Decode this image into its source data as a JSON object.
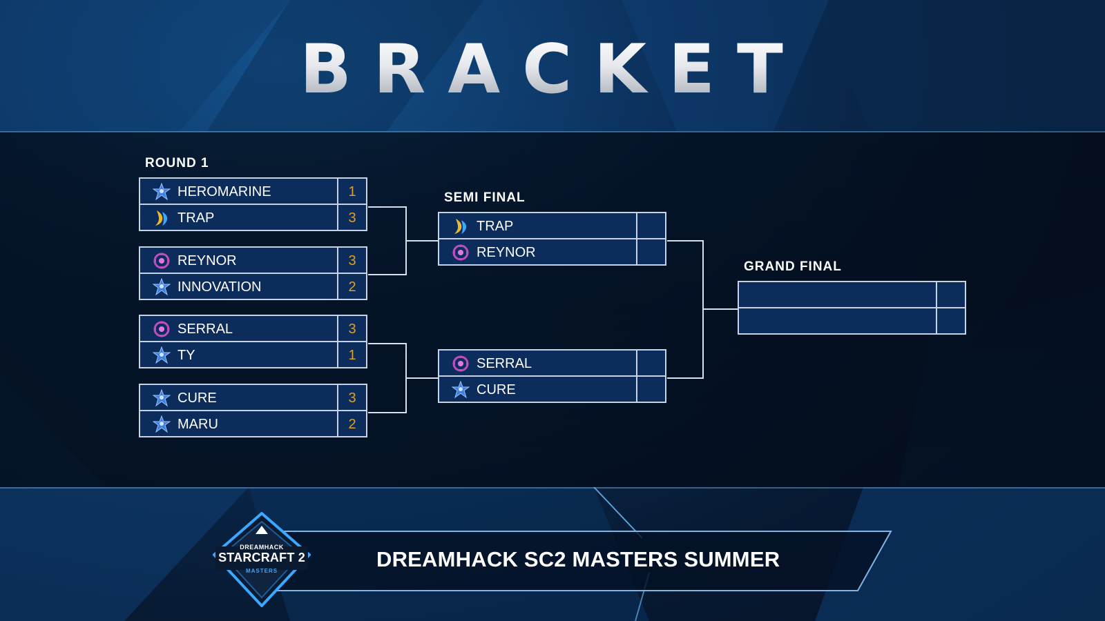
{
  "title": "BRACKET",
  "rounds": {
    "round1": {
      "label": "ROUND 1",
      "matches": [
        {
          "players": [
            {
              "name": "HEROMARINE",
              "race": "terran",
              "score": "1"
            },
            {
              "name": "TRAP",
              "race": "protoss",
              "score": "3"
            }
          ]
        },
        {
          "players": [
            {
              "name": "REYNOR",
              "race": "zerg",
              "score": "3"
            },
            {
              "name": "INNOVATION",
              "race": "terran",
              "score": "2"
            }
          ]
        },
        {
          "players": [
            {
              "name": "SERRAL",
              "race": "zerg",
              "score": "3"
            },
            {
              "name": "TY",
              "race": "terran",
              "score": "1"
            }
          ]
        },
        {
          "players": [
            {
              "name": "CURE",
              "race": "terran",
              "score": "3"
            },
            {
              "name": "MARU",
              "race": "terran",
              "score": "2"
            }
          ]
        }
      ]
    },
    "semi_final": {
      "label": "SEMI FINAL",
      "matches": [
        {
          "players": [
            {
              "name": "TRAP",
              "race": "protoss",
              "score": ""
            },
            {
              "name": "REYNOR",
              "race": "zerg",
              "score": ""
            }
          ]
        },
        {
          "players": [
            {
              "name": "SERRAL",
              "race": "zerg",
              "score": ""
            },
            {
              "name": "CURE",
              "race": "terran",
              "score": ""
            }
          ]
        }
      ]
    },
    "grand_final": {
      "label": "GRAND FINAL",
      "matches": [
        {
          "players": [
            {
              "name": "",
              "race": "",
              "score": ""
            },
            {
              "name": "",
              "race": "",
              "score": ""
            }
          ]
        }
      ]
    }
  },
  "footer": {
    "event_name": "DREAMHACK SC2 MASTERS SUMMER",
    "logo": {
      "top": "DREAMHACK",
      "main": "STARCRAFT 2",
      "sub": "MASTERS"
    }
  },
  "colors": {
    "slot_fill": "#0c2c5c",
    "slot_border": "#c8d4e4",
    "score": "#e0a020",
    "accent": "#3aa8ff"
  },
  "icons": {
    "terran": "terran-race-icon",
    "protoss": "protoss-race-icon",
    "zerg": "zerg-race-icon"
  }
}
